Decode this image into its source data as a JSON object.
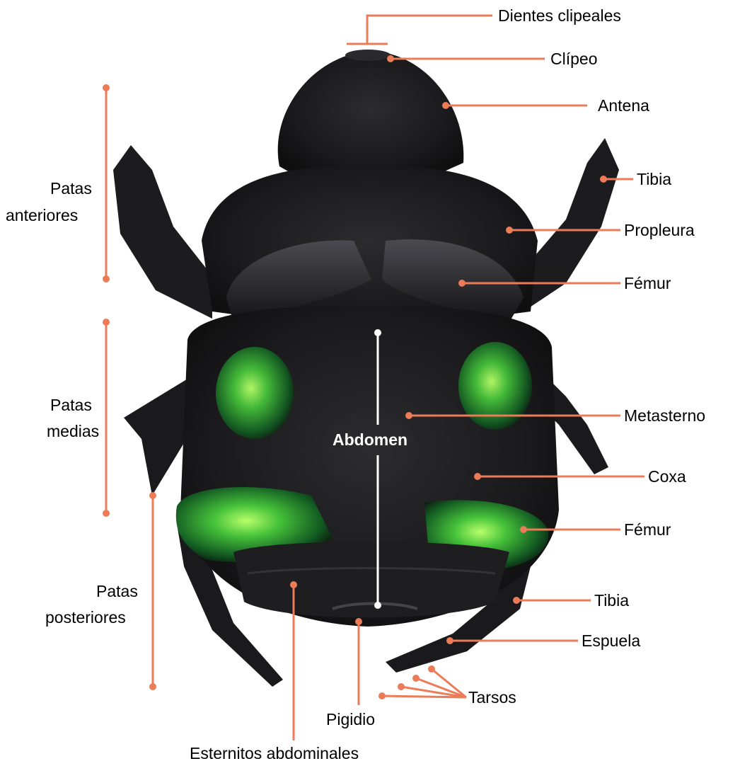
{
  "figure": {
    "colors": {
      "leader": "#ec7b58",
      "abdomen_line": "#ffffff",
      "shell_dark": "#151516",
      "shell_mid": "#2a2a2c",
      "sheen_green": "#46c23a",
      "background": "#ffffff"
    },
    "specimen_icon": "dung-beetle-ventral-view",
    "labels": {
      "dientes_clipeales": "Dientes clipeales",
      "clipeo": "Clípeo",
      "antena": "Antena",
      "tibia_anterior": "Tibia",
      "propleura": "Propleura",
      "femur_anterior": "Fémur",
      "metasterno": "Metasterno",
      "coxa": "Coxa",
      "femur_posterior": "Fémur",
      "tibia_posterior": "Tibia",
      "espuela": "Espuela",
      "tarsos": "Tarsos",
      "pigidio": "Pigidio",
      "esternitos": "Esternitos abdominales",
      "abdomen": "Abdomen"
    },
    "groups": {
      "anteriores": [
        "Patas",
        "anteriores"
      ],
      "medias": [
        "Patas",
        "medias"
      ],
      "posteriores": [
        "Patas",
        "posteriores"
      ]
    }
  }
}
